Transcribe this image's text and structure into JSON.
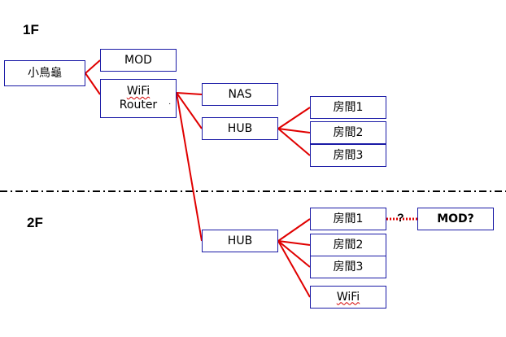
{
  "floors": {
    "first": "1F",
    "second": "2F"
  },
  "nodes": {
    "modem": "小鳥龜",
    "mod_top": "MOD",
    "wifi_router_line1": "WiFi",
    "wifi_router_line2": "Router",
    "nas": "NAS",
    "hub_1f": "HUB",
    "room_1f_1": "房間1",
    "room_1f_2": "房間2",
    "room_1f_3": "房間3",
    "hub_2f": "HUB",
    "room_2f_1": "房間1",
    "room_2f_2": "房間2",
    "room_2f_3": "房間3",
    "wifi_2f": "WiFi",
    "mod_2f": "MOD?"
  },
  "uncertain_link_label": "?",
  "colors": {
    "box_border": "#1a1aa6",
    "link": "#e00000",
    "divider": "#000000"
  }
}
